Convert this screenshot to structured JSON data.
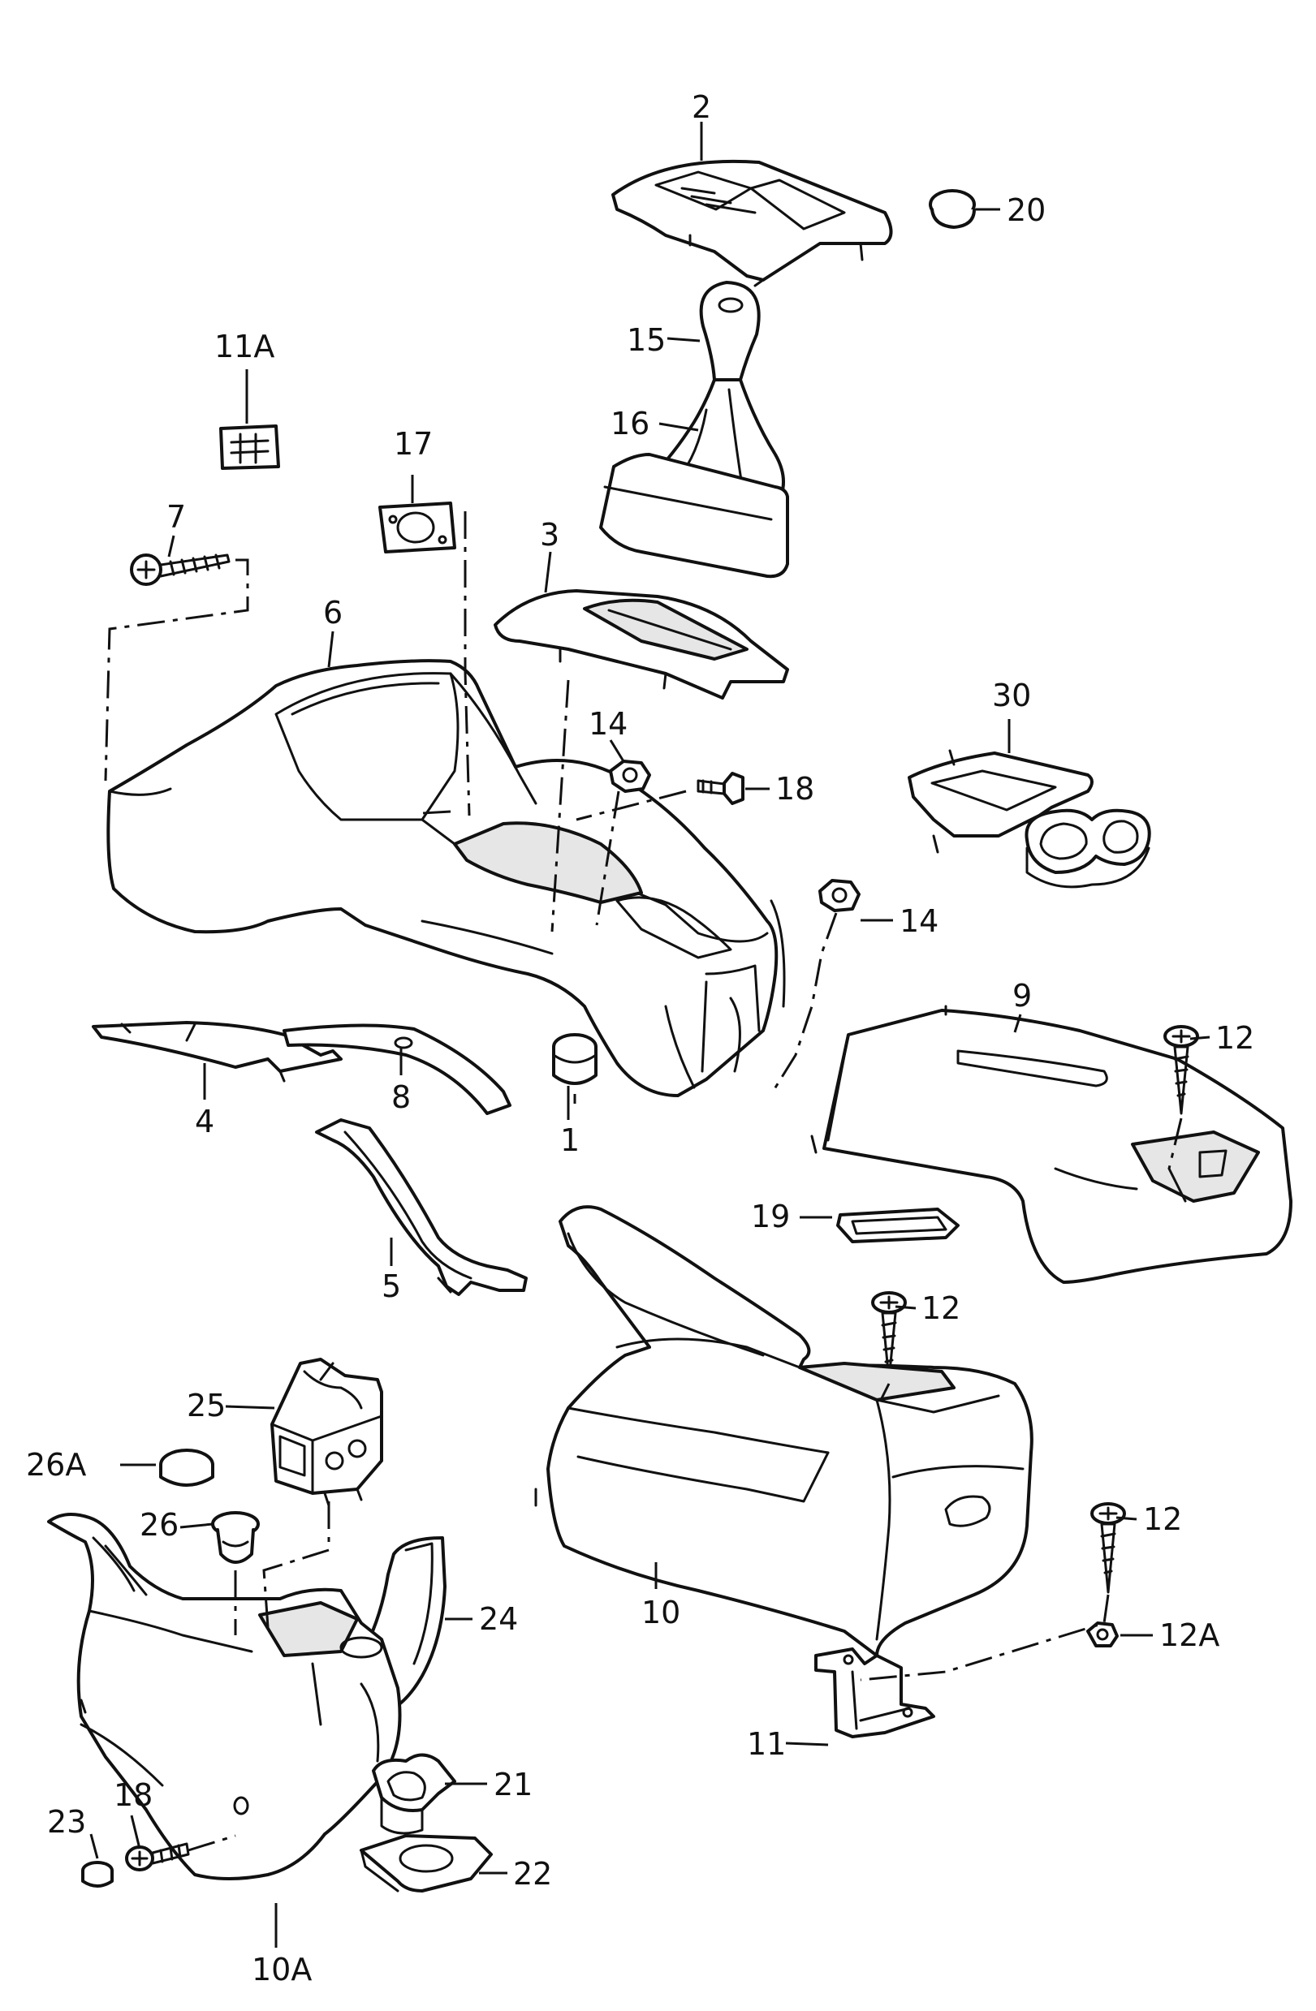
{
  "colors": {
    "ink": "#111111",
    "paper": "#ffffff",
    "shade": "#e6e6e6"
  },
  "callouts": {
    "c2": "2",
    "c20": "20",
    "c15": "15",
    "c16": "16",
    "c11A": "11A",
    "c17": "17",
    "c7": "7",
    "c3": "3",
    "c6": "6",
    "c30": "30",
    "c14a": "14",
    "c18a": "18",
    "c14b": "14",
    "c9": "9",
    "c12a": "12",
    "c4": "4",
    "c8": "8",
    "c1": "1",
    "c5": "5",
    "c19": "19",
    "c12b": "12",
    "c25": "25",
    "c26A": "26A",
    "c26": "26",
    "c24": "24",
    "c10": "10",
    "c12c": "12",
    "c12A": "12A",
    "c11": "11",
    "c21": "21",
    "c18b": "18",
    "c23": "23",
    "c22": "22",
    "c10A": "10A"
  },
  "parts": [
    "shift-trim-cover",
    "cap",
    "shift-knob",
    "shift-boot",
    "clip-strip",
    "gasket-plate",
    "screw",
    "shift-frame",
    "center-console",
    "cupholder-insert",
    "spring-nut",
    "screw-short",
    "rear-console-cover",
    "tapping-screw",
    "bracket-left",
    "trim-strip",
    "grommet",
    "support-bracket",
    "pad",
    "handbrake-console",
    "switch-housing",
    "cap-round",
    "plug",
    "armrest-lid",
    "nut",
    "mount-bracket",
    "cup-holder-ring",
    "rear-console-alt",
    "tray"
  ]
}
